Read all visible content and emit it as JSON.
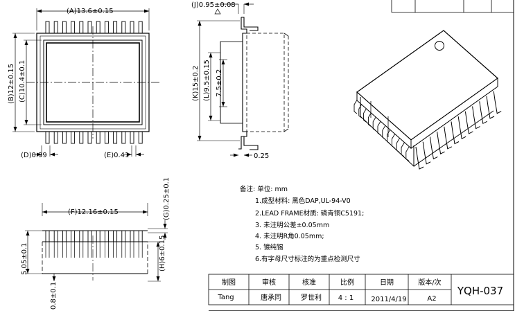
{
  "dimensions": {
    "a": "(A)13.6±0.15",
    "b": "(B)12±0.15",
    "c": "(C)10.4±0.1",
    "d": "(D)0.99",
    "e": "(E)0.41",
    "j": "(J)0.95±0.08",
    "k": "(K)15±0.2",
    "l": "(L)9.5±0.15",
    "m": "7.5±0.2",
    "t025": "0.25",
    "f": "(F)12.16±0.15",
    "g": "(G)0.25±0.1",
    "h": "(H)6±0.15",
    "v505": "5.05±0.1",
    "v08": "0.8±0.1"
  },
  "notes": {
    "title": "备注:   单位: mm",
    "items": [
      "1.成型材料:   黑色DAP,UL-94-V0",
      "2.LEAD  FRAME材质: 磷青铜C5191;",
      "3. 未注明公差±0.05mm",
      "4. 未注明R角0.05mm;",
      "5. 镀纯锡",
      "6.有字母尺寸标注的为重点检测尺寸"
    ]
  },
  "title_block": {
    "headers": [
      "制图",
      "审核",
      "核准",
      "比例",
      "日期",
      "版本/次"
    ],
    "values": [
      "Tang",
      "唐承同",
      "罗世利",
      "4 : 1",
      "2011/4/19",
      "A2"
    ],
    "code": "YQH-037"
  }
}
